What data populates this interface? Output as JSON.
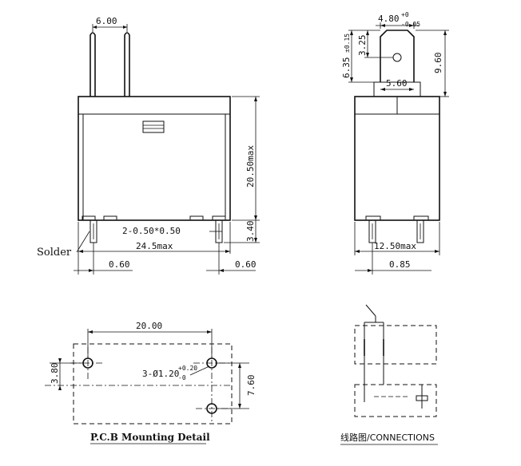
{
  "front_view": {
    "pin_spacing": "6.00",
    "height": "20.50max",
    "pin_length": "3.40",
    "pin_size": "2-0.50*0.50",
    "width": "24.5max",
    "offset_left": "0.60",
    "offset_right": "0.60",
    "solder_label": "Solder"
  },
  "side_view": {
    "tab_width": "4.80",
    "tab_width_tol_upper": "+0",
    "tab_width_tol_lower": "-0.05",
    "hole_offset": "3.25",
    "tab_height": "6.35",
    "tab_height_tol": "±0.15",
    "tab_base_width": "5.60",
    "overall_tab": "9.60",
    "width": "12.50max",
    "offset": "0.85"
  },
  "pcb": {
    "spacing_x": "20.00",
    "spacing_left": "3.80",
    "spacing_right": "7.60",
    "holes": "3-Ø1.20",
    "holes_tol_upper": "+0.20",
    "holes_tol_lower": "-0",
    "caption": "P.C.B Mounting Detail"
  },
  "connections": {
    "caption": "线路图/CONNECTIONS"
  }
}
